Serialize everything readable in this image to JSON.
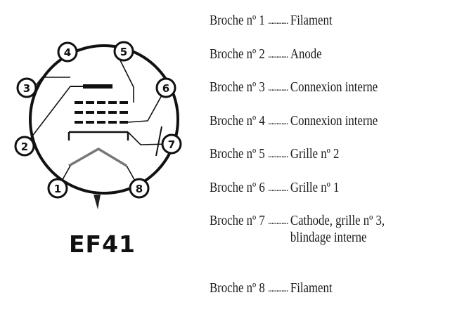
{
  "tube": {
    "name": "EF41"
  },
  "pins": [
    {
      "label": "Broche nº 1",
      "number": "1",
      "dots": "............",
      "function": "Filament"
    },
    {
      "label": "Broche nº 2",
      "number": "2",
      "dots": "............",
      "function": "Anode"
    },
    {
      "label": "Broche nº 3",
      "number": "3",
      "dots": "............",
      "function": "Connexion interne"
    },
    {
      "label": "Broche nº 4",
      "number": "4",
      "dots": "............",
      "function": "Connexion interne"
    },
    {
      "label": "Broche nº 5",
      "number": "5",
      "dots": "............",
      "function": "Grille nº 2"
    },
    {
      "label": "Broche nº 6",
      "number": "6",
      "dots": "............",
      "function": "Grille nº 1"
    },
    {
      "label": "Broche nº 7",
      "number": "7",
      "dots": "............",
      "function": "Cathode, grille nº 3, blindage interne"
    },
    {
      "label": "Broche nº 8",
      "number": "8",
      "dots": "............",
      "function": "Filament"
    }
  ]
}
